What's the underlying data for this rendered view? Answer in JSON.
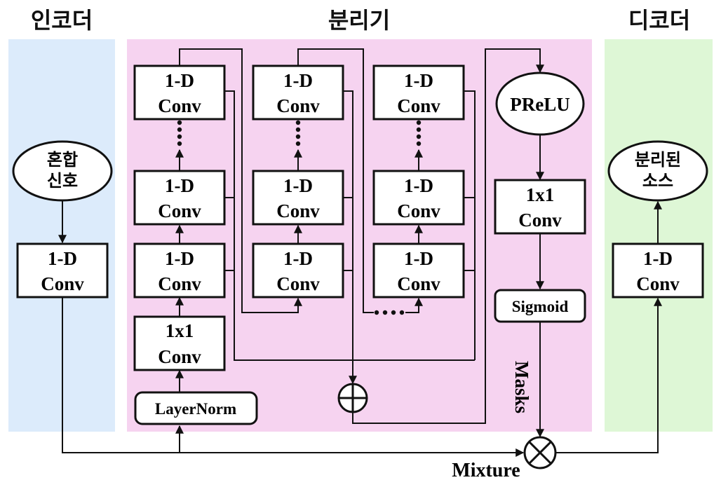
{
  "sections": {
    "encoder": {
      "title": "인코더",
      "bg": "#dcebfb"
    },
    "separator": {
      "title": "분리기",
      "bg": "#f6d3f0"
    },
    "decoder": {
      "title": "디코더",
      "bg": "#def7d6"
    }
  },
  "encoder": {
    "input": {
      "line1": "혼합",
      "line2": "신호"
    },
    "conv": {
      "line1": "1-D",
      "line2": "Conv"
    }
  },
  "separator": {
    "layernorm": "LayerNorm",
    "bottleneck": {
      "line1": "1x1",
      "line2": "Conv"
    },
    "conv_block": {
      "line1": "1-D",
      "line2": "Conv"
    },
    "ellipsis_vertical": "⋮",
    "ellipsis_horizontal": "••••",
    "prelu": "PReLU",
    "output_conv": {
      "line1": "1x1",
      "line2": "Conv"
    },
    "sigmoid": "Sigmoid",
    "masks_label": "Masks",
    "sum_symbol": "⊕"
  },
  "decoder": {
    "conv": {
      "line1": "1-D",
      "line2": "Conv"
    },
    "output": {
      "line1": "분리된",
      "line2": "소스"
    }
  },
  "mixture_label": "Mixture",
  "colors": {
    "stroke": "#111111",
    "box_fill": "#ffffff"
  }
}
